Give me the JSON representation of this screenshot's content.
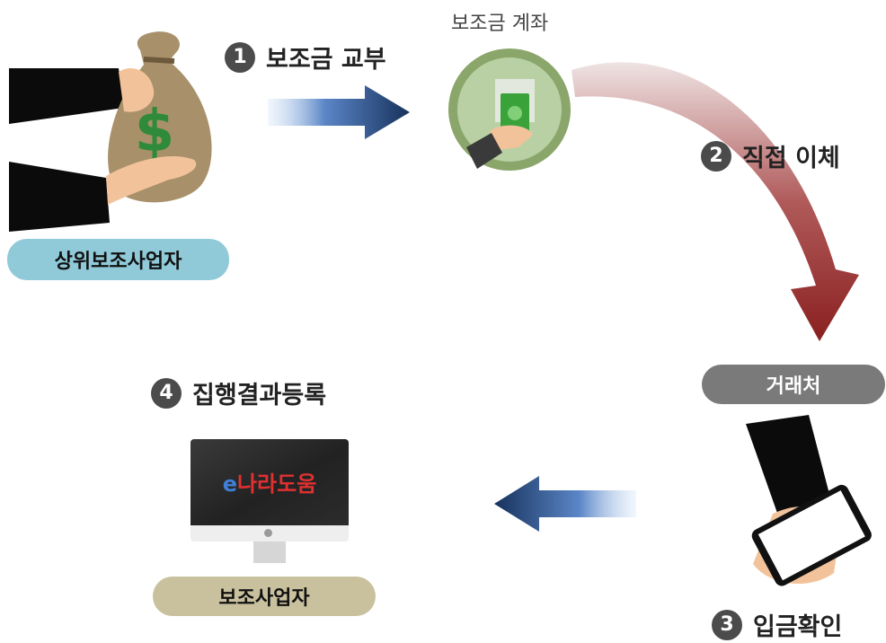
{
  "account": {
    "label": "보조금 계좌"
  },
  "steps": [
    {
      "num": "1",
      "label": "보조금 교부"
    },
    {
      "num": "2",
      "label": "직접 이체"
    },
    {
      "num": "3",
      "label": "입금확인"
    },
    {
      "num": "4",
      "label": "집행결과등록"
    }
  ],
  "actors": {
    "top_provider": "상위보조사업자",
    "vendor": "거래처",
    "recipient": "보조사업자"
  },
  "monitor": {
    "brand_e": "e",
    "brand_rest": "나라도움"
  },
  "colors": {
    "pill_blue": "#90cad9",
    "pill_gray": "#7a7a7a",
    "pill_tan": "#c9c19e",
    "arrow_navy": "#1b3a66",
    "curve_red": "#9a2b2b",
    "circle_green": "#8aa66a"
  }
}
